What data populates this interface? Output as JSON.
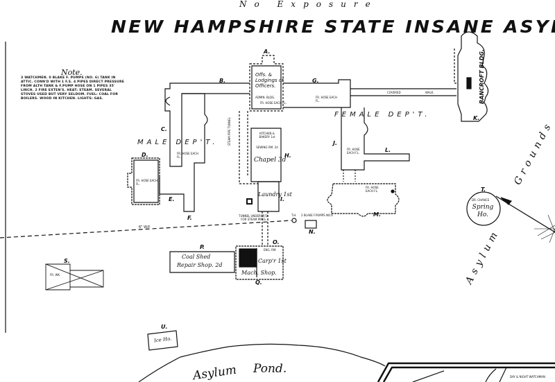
{
  "map": {
    "title": "NEW HAMPSHIRE STATE INSANE ASYLUM.",
    "top_edge_text": "No Exposure",
    "note": {
      "heading": "Note.",
      "text": "3 WATCHMEN. 0 BLAKE F. PUMPS (NO. 6) TANK IN ATTIC. CONN'D WITH 1 F.S. 4 PIPES DIRECT PRESSURE FROM ALTH TANK & F.PUMP HOSE ON 1 PIPES 35' LINCH. 2 FIRE EXTEN'S. HEAT: STEAM. SEVERAL STOVES USED BUT VERY SELDOM. FUEL: COAL FOR BOILERS. WOOD IN KITCHEN. LIGHTS: GAS."
    },
    "departments": {
      "male": "MALE DEP'T.",
      "female": "FEMALE DEP'T."
    },
    "buildings": {
      "A": {
        "letter": "A.",
        "lines": [
          "Offs. &",
          "Lodgings of",
          "Officers."
        ],
        "note": "ADMIN. BLDG.",
        "hose": "FR. HOSE EACH FL."
      },
      "B": {
        "letter": "B."
      },
      "C": {
        "letter": "C."
      },
      "D": {
        "letter": "D.",
        "hose": "FR. HOSE EACH FL."
      },
      "E": {
        "letter": "E."
      },
      "F": {
        "letter": "F."
      },
      "G": {
        "letter": "G.",
        "hose": "FR. HOSE EACH FL."
      },
      "H": {
        "letter": "H.",
        "kitchen": "KITCHEN & BAKERY 1st",
        "sewing": "SEWING RM. 2d",
        "chapel": "Chapel 3d"
      },
      "I": {
        "letter": "I.",
        "name": "Laundry 1st"
      },
      "J": {
        "letter": "J.",
        "hose": "FR. HOSE EACH FL."
      },
      "K": {
        "letter": "K.",
        "name": "BANCROFT BLDG."
      },
      "L": {
        "letter": "L."
      },
      "M": {
        "letter": "M.",
        "hose": "FR. HOSE EACH FL."
      },
      "N": {
        "letter": "N.",
        "note": "2 BLAKE F.PUMPS NO.6"
      },
      "O": {
        "letter": "O.",
        "name": "Carp'r 1st",
        "note": "ENG. RM."
      },
      "P": {
        "letter": "P.",
        "name1": "Coal Shed",
        "name2": "Repair Shop. 2d"
      },
      "Q": {
        "letter": "Q.",
        "name": "Mach. Shop."
      },
      "S": {
        "letter": "S.",
        "note": "FR. WK."
      },
      "T": {
        "letter": "T.",
        "name": "Spring Ho.",
        "note": "DR. CHANCE"
      },
      "U": {
        "letter": "U.",
        "name": "Ice Ho."
      }
    },
    "covered_walk": {
      "left": "COVERED",
      "right": "WALK."
    },
    "tunnel": "TUNNEL UNDERGR'D FOR STEAM PIPES",
    "tunnel_vertical": "STEAM PIPE TUNNEL",
    "water_pipe": "6\" W.P.",
    "hydrant": "T.H.",
    "pond": {
      "word1": "Asylum",
      "word2": "Pond."
    },
    "grounds": {
      "word1": "Asylum",
      "word2": "Grounds"
    },
    "corner_note": "DAY & NIGHT WATCHMAN",
    "colors": {
      "ink": "#111111",
      "paper": "#ffffff"
    }
  }
}
